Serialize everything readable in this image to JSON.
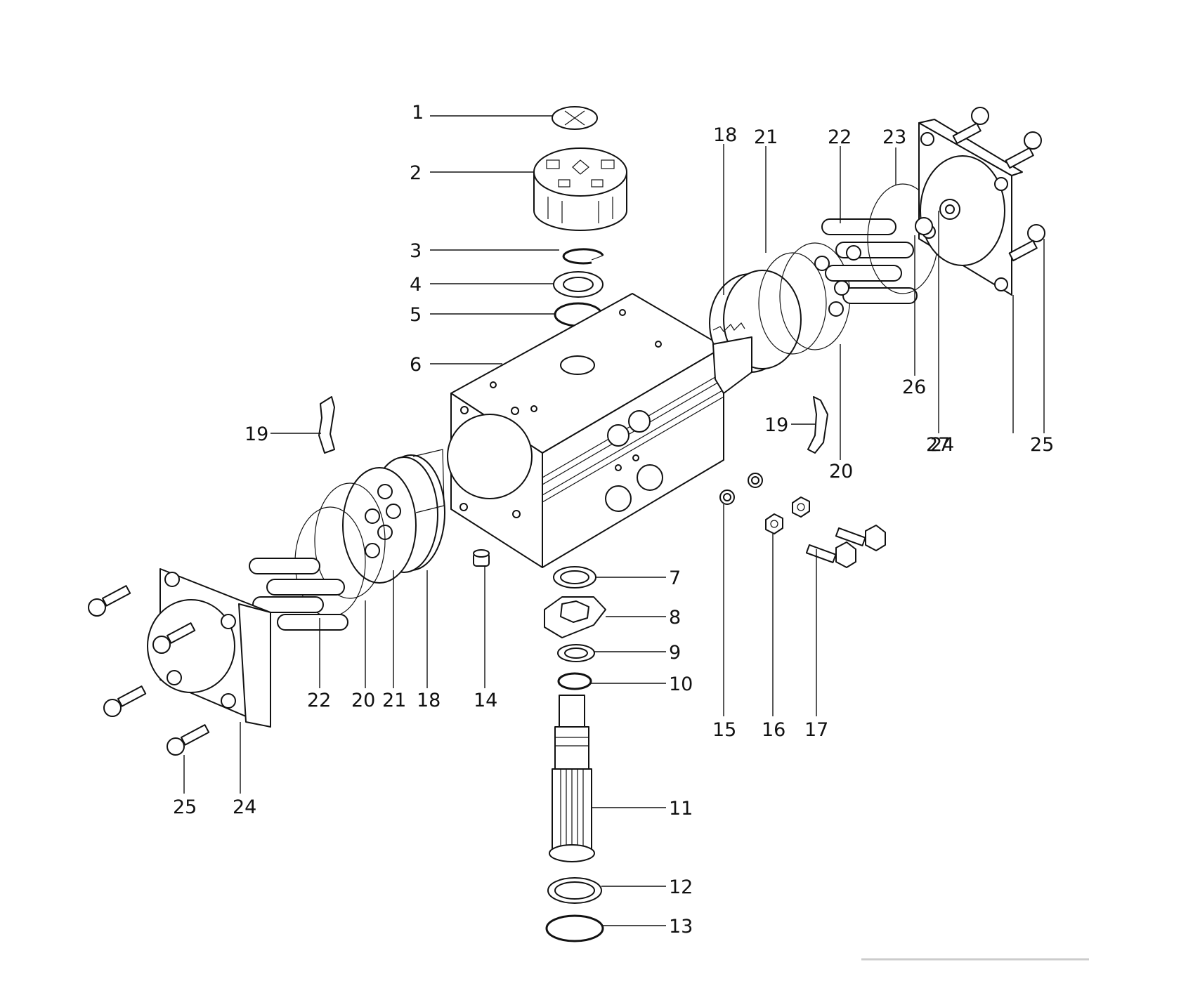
{
  "diagram": {
    "callouts": [
      {
        "id": "c1",
        "text": "1"
      },
      {
        "id": "c2",
        "text": "2"
      },
      {
        "id": "c3",
        "text": "3"
      },
      {
        "id": "c4",
        "text": "4"
      },
      {
        "id": "c5",
        "text": "5"
      },
      {
        "id": "c6",
        "text": "6"
      },
      {
        "id": "c7",
        "text": "7"
      },
      {
        "id": "c8",
        "text": "8"
      },
      {
        "id": "c9",
        "text": "9"
      },
      {
        "id": "c10",
        "text": "10"
      },
      {
        "id": "c11",
        "text": "11"
      },
      {
        "id": "c12",
        "text": "12"
      },
      {
        "id": "c13",
        "text": "13"
      },
      {
        "id": "c14",
        "text": "14"
      },
      {
        "id": "c15",
        "text": "15"
      },
      {
        "id": "c16",
        "text": "16"
      },
      {
        "id": "c17",
        "text": "17"
      },
      {
        "id": "c18l",
        "text": "18"
      },
      {
        "id": "c18r",
        "text": "18"
      },
      {
        "id": "c19l",
        "text": "19"
      },
      {
        "id": "c19r",
        "text": "19"
      },
      {
        "id": "c20l",
        "text": "20"
      },
      {
        "id": "c20r",
        "text": "20"
      },
      {
        "id": "c21l",
        "text": "21"
      },
      {
        "id": "c21r",
        "text": "21"
      },
      {
        "id": "c22l",
        "text": "22"
      },
      {
        "id": "c22r",
        "text": "22"
      },
      {
        "id": "c23",
        "text": "23"
      },
      {
        "id": "c24l",
        "text": "24"
      },
      {
        "id": "c24r",
        "text": "24"
      },
      {
        "id": "c25l",
        "text": "25"
      },
      {
        "id": "c25r",
        "text": "25"
      },
      {
        "id": "c26",
        "text": "26"
      },
      {
        "id": "c27",
        "text": "27"
      }
    ]
  }
}
